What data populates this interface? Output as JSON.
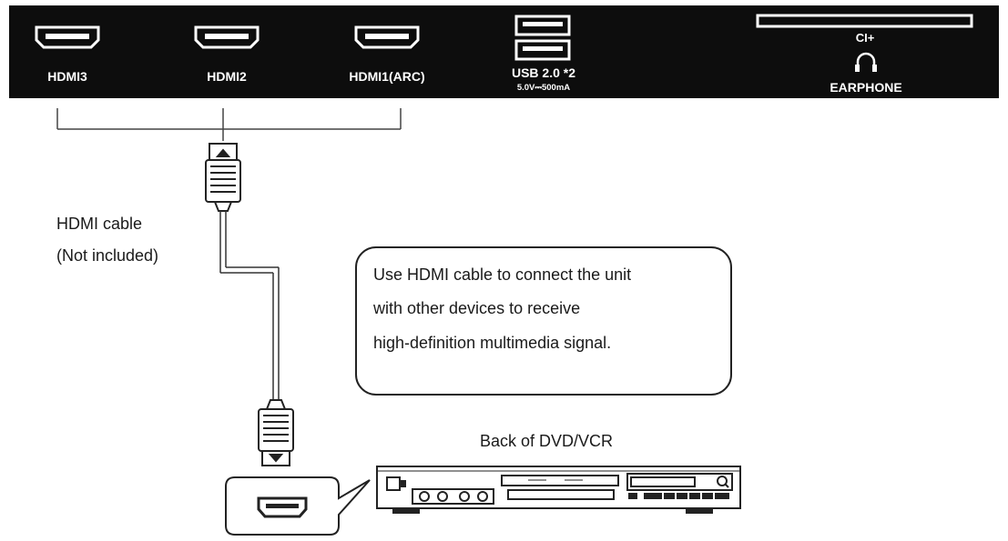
{
  "tv_panel": {
    "ports": {
      "hdmi3": "HDMI3",
      "hdmi2": "HDMI2",
      "hdmi1": "HDMI1(ARC)",
      "usb": "USB 2.0 *2",
      "usb_rating": "5.0V⎓500mA",
      "ci": "CI+",
      "earphone": "EARPHONE"
    },
    "earphone_icon": "headphones-icon"
  },
  "cable": {
    "label_line1": "HDMI cable",
    "label_line2": "(Not included)"
  },
  "callout": {
    "line1": "Use HDMI cable to connect the unit",
    "line2": "with other devices to receive",
    "line3": "high-definition multimedia signal."
  },
  "device": {
    "title": "Back of DVD/VCR",
    "zoom_icon": "hdmi-port-icon"
  }
}
